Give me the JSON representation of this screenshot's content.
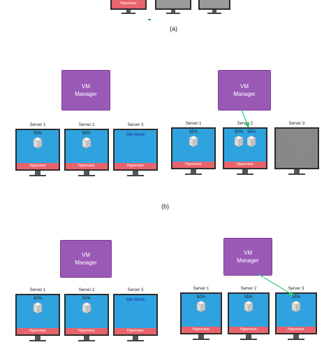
{
  "captions": {
    "a": "(a)",
    "b": "(b)"
  },
  "top_partial": {
    "hypervisor_label": "Hypervisor"
  },
  "colors": {
    "vm_manager": "#9b59b6",
    "screen": "#2fa3e0",
    "hypervisor": "#e8646c",
    "idle_text": "#1b2ea8",
    "arrow": "#2ecc71"
  },
  "vm_manager": {
    "line1": "VM",
    "line2": "Manager"
  },
  "hypervisor_label": "Hypervisor",
  "idle_label": "Idle Mode",
  "b_left": [
    {
      "name": "Server 1",
      "loads": [
        "55%"
      ]
    },
    {
      "name": "Server 2",
      "loads": [
        "60%"
      ]
    },
    {
      "name": "Server 3",
      "loads": [],
      "idle": true
    }
  ],
  "b_right": [
    {
      "name": "Server 1",
      "loads": [
        "55%"
      ]
    },
    {
      "name": "Server 2",
      "loads": [
        "60%",
        "35%"
      ]
    },
    {
      "name": "Server 3",
      "loads": [],
      "off": true
    }
  ],
  "c_left": [
    {
      "name": "Server 1",
      "loads": [
        "60%"
      ]
    },
    {
      "name": "Server 2",
      "loads": [
        "55%"
      ]
    },
    {
      "name": "Server 3",
      "loads": [],
      "idle": true
    }
  ],
  "c_right": [
    {
      "name": "Server 1",
      "loads": [
        "60%"
      ]
    },
    {
      "name": "Server 2",
      "loads": [
        "55%"
      ]
    },
    {
      "name": "Server 3",
      "loads": [
        "35%"
      ]
    }
  ]
}
